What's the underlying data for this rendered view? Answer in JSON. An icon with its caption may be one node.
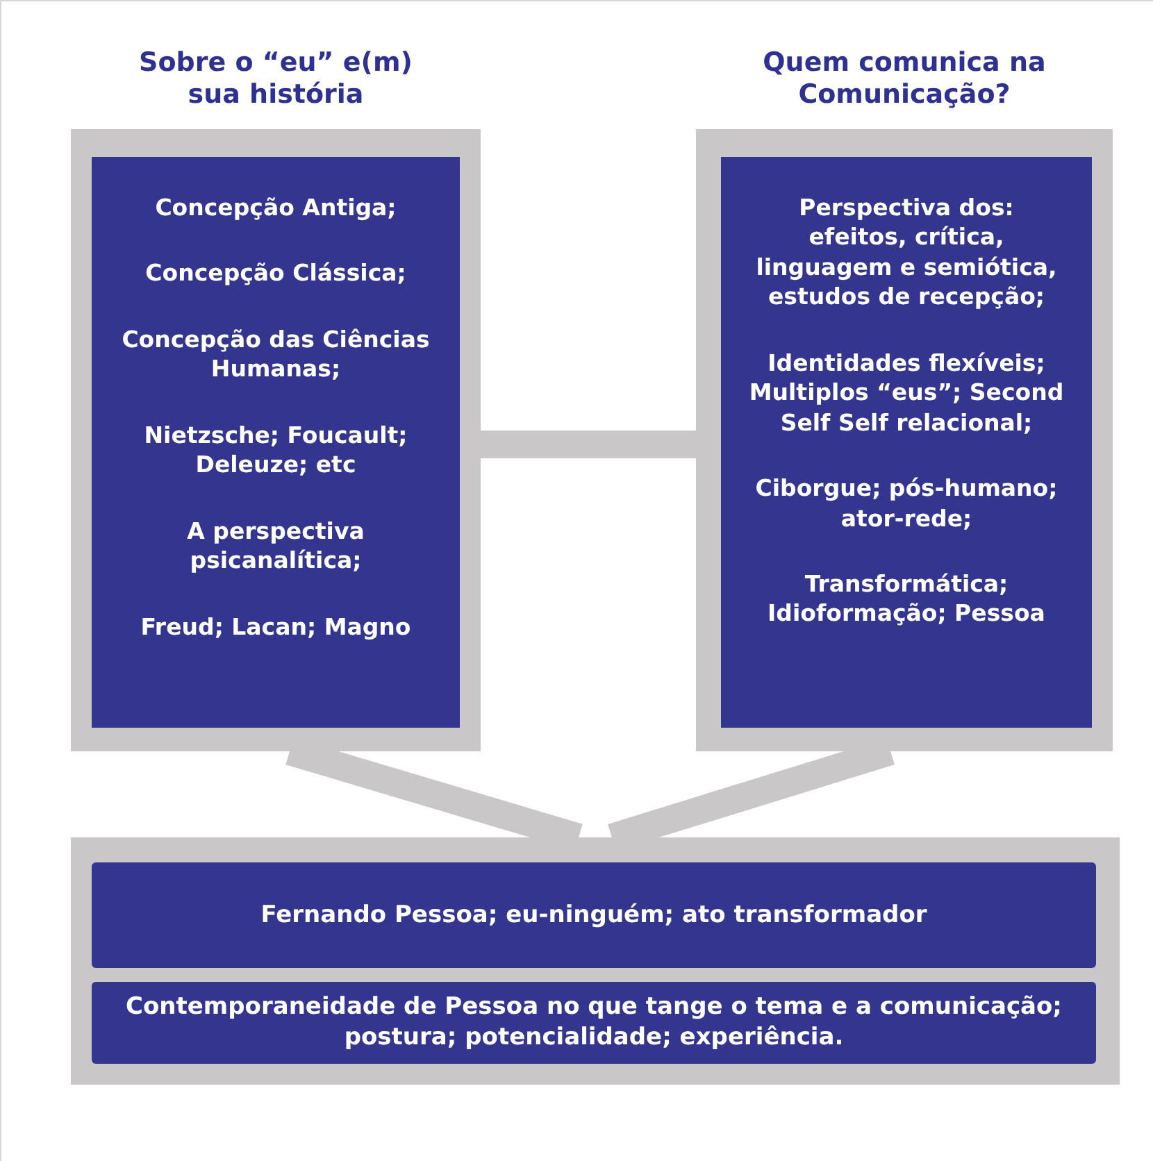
{
  "diagram": {
    "nodes": [
      {
        "text": [
          "Sobre o “eu” e(m) sua história"
        ]
      },
      {
        "text": [
          "Concepção Antiga;",
          "Concepção Clássica;",
          "Concepção das Ciências Humanas;",
          "Nietzsche; Foucault; Deleuze; etc",
          "A perspectiva psicanalítica;",
          "Freud; Lacan; Magno"
        ],
        "in": 0
      },
      {
        "text": [
          "Quem comunica na Comunicação?"
        ]
      },
      {
        "text": [
          "Perspectiva dos: efeitos, crítica, linguagem e semiótica, estudos de recepção;",
          "Identidades flexíveis; Multiplos “eus”; Second Self Self relacional;",
          "Ciborgue; pós-humano; ator-rede;",
          "Transformática; Idioformação; Pessoa"
        ],
        "in": 2
      },
      {
        "text": [],
        "shape": "box"
      },
      {
        "text": [
          "Fernando Pessoa; eu-ninguém; ato transformador"
        ],
        "in": 4
      },
      {
        "text": [
          "Contemporaneidade de Pessoa no que tange o tema e a comunicação; postura; potencialidade; experiência."
        ],
        "in": 4
      }
    ],
    "edges": [
      {
        "from": 0,
        "to": 2,
        "arrow": "none"
      },
      {
        "from": 0,
        "to": 4,
        "arrow": "none"
      },
      {
        "from": 2,
        "to": 4,
        "arrow": "none"
      }
    ]
  }
}
